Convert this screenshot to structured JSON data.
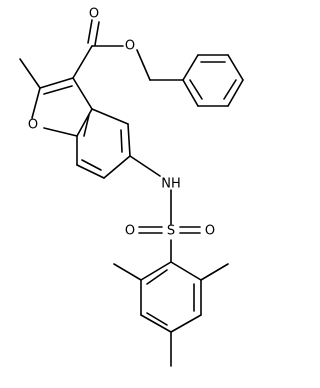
{
  "molecule": {
    "atom_labels": {
      "O_carbonyl": "O",
      "O_ester": "O",
      "O_furan": "O",
      "N_amide": "NH",
      "S_sulfonyl": "S",
      "O_sulfonyl_left": "O",
      "O_sulfonyl_right": "O"
    },
    "colors": {
      "bond": "#000000",
      "label": "#000000",
      "background": "#ffffff"
    }
  }
}
